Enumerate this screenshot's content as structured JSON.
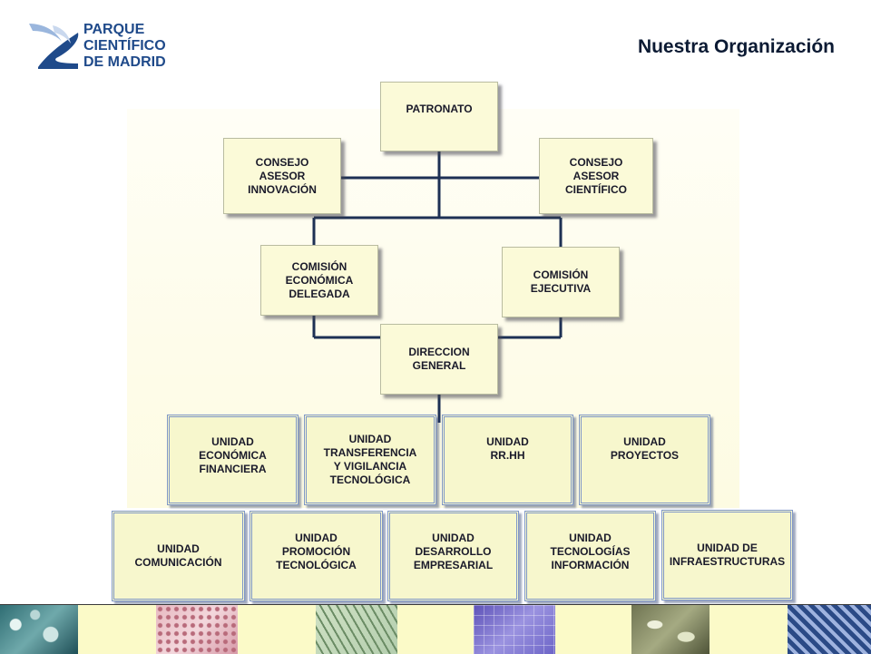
{
  "logo": {
    "lines": [
      "PARQUE",
      "CIENTÍFICO",
      "DE MADRID"
    ],
    "mark_icon": "pcm-logo-icon",
    "colors": {
      "blue": "#1f4a8a",
      "light": "#9ab6dd"
    }
  },
  "title": "Nuestra Organización",
  "nodes": {
    "patronato": "PATRONATO",
    "consejo_innovacion": "CONSEJO\nASESOR\nINNOVACIÓN",
    "consejo_cientifico": "CONSEJO\nASESOR\nCIENTÍFICO",
    "comision_economica": "COMISIÓN\nECONÓMICA\nDELEGADA",
    "comision_ejecutiva": "COMISIÓN\nEJECUTIVA",
    "direccion_general": "DIRECCION\nGENERAL"
  },
  "units_row1": [
    "UNIDAD\nECONÓMICA\nFINANCIERA",
    "UNIDAD\nTRANSFERENCIA\nY VIGILANCIA\nTECNOLÓGICA",
    "UNIDAD\nRR.HH",
    "UNIDAD\nPROYECTOS"
  ],
  "units_row2": [
    "UNIDAD\nCOMUNICACIÓN",
    "UNIDAD\nPROMOCIÓN\nTECNOLÓGICA",
    "UNIDAD\nDESARROLLO\nEMPRESARIAL",
    "UNIDAD\nTECNOLOGÍAS\nINFORMACIÓN",
    "UNIDAD  DE\nINFRAESTRUCTURAS"
  ],
  "colors": {
    "connector": "#1d3054",
    "box_fill": "#fbfad8",
    "unit_border": "#7f97c8",
    "strip_bg": "#fbfac8"
  },
  "footer_images": [
    "cells-teal-image",
    "cells-pink-image",
    "bacteria-green-image",
    "grid-purple-image",
    "tissue-olive-image",
    "mesh-blue-image"
  ]
}
